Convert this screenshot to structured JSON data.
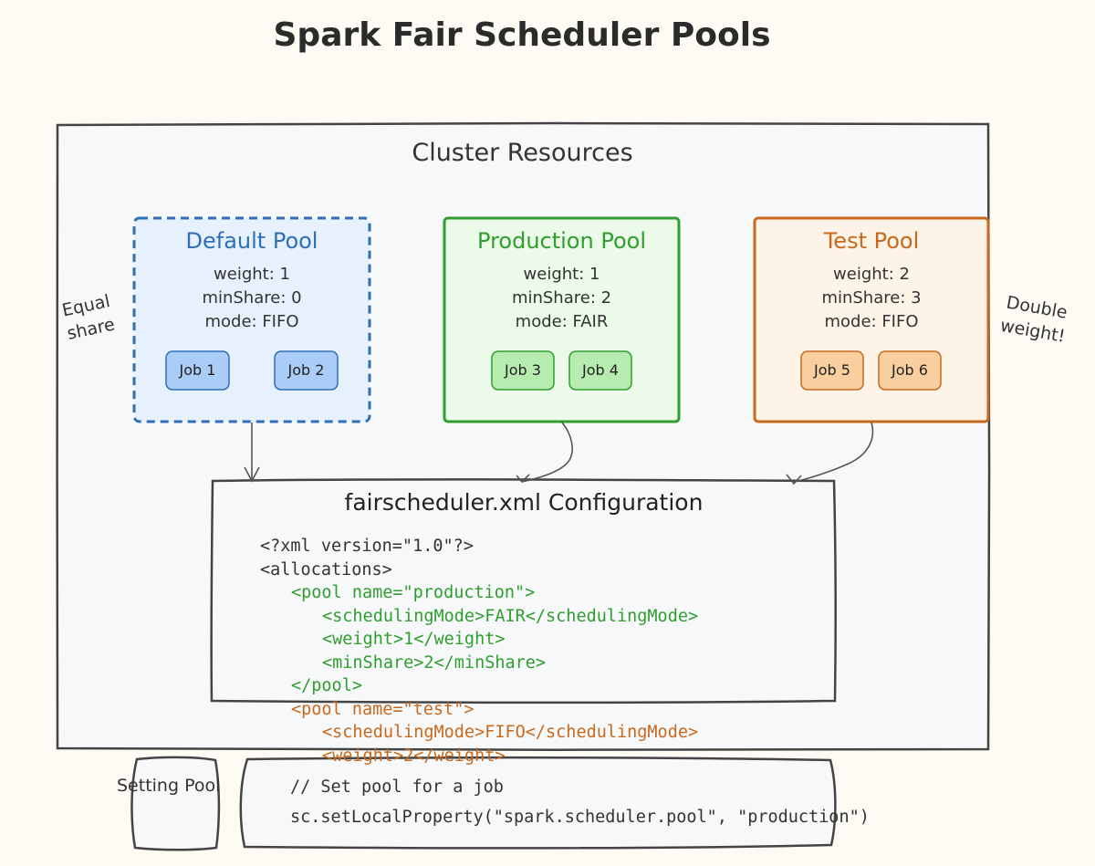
{
  "title": "Spark Fair Scheduler Pools",
  "cluster": {
    "title": "Cluster Resources"
  },
  "pools": [
    {
      "name": "Default Pool",
      "lines": [
        "weight: 1",
        "minShare: 0",
        "mode: FIFO"
      ],
      "jobs": [
        "Job 1",
        "Job 2"
      ],
      "colors": {
        "border": "#2f6fb8",
        "fill": "#e6f1fd",
        "title": "#2f6fb8",
        "job_fill": "#a9cdf7",
        "job_border": "#2f6fb8"
      },
      "border_style": "dashed"
    },
    {
      "name": "Production Pool",
      "lines": [
        "weight: 1",
        "minShare: 2",
        "mode: FAIR"
      ],
      "jobs": [
        "Job 3",
        "Job 4"
      ],
      "colors": {
        "border": "#2f9e2f",
        "fill": "#ebfae9",
        "title": "#2f9e2f",
        "job_fill": "#b7ecb0",
        "job_border": "#2f9e2f"
      },
      "border_style": "solid"
    },
    {
      "name": "Test Pool",
      "lines": [
        "weight: 2",
        "minShare: 3",
        "mode: FIFO"
      ],
      "jobs": [
        "Job 5",
        "Job 6"
      ],
      "colors": {
        "border": "#c8691e",
        "fill": "#fdf3e6",
        "title": "#c8691e",
        "job_fill": "#f9cfa0",
        "job_border": "#c8691e"
      },
      "border_style": "solid"
    }
  ],
  "notes": {
    "left": [
      "Equal",
      "share"
    ],
    "right": [
      "Double",
      "weight!"
    ]
  },
  "config": {
    "title": "fairscheduler.xml Configuration",
    "lines": [
      {
        "text": "<?xml version=\"1.0\"?>",
        "indent": 0,
        "color": "#333333"
      },
      {
        "text": "<allocations>",
        "indent": 0,
        "color": "#333333"
      },
      {
        "text": "<pool name=\"production\">",
        "indent": 1,
        "color": "#2f9e2f"
      },
      {
        "text": "<schedulingMode>FAIR</schedulingMode>",
        "indent": 2,
        "color": "#2f9e2f"
      },
      {
        "text": "<weight>1</weight>",
        "indent": 2,
        "color": "#2f9e2f"
      },
      {
        "text": "<minShare>2</minShare>",
        "indent": 2,
        "color": "#2f9e2f"
      },
      {
        "text": "</pool>",
        "indent": 1,
        "color": "#2f9e2f"
      },
      {
        "text": "<pool name=\"test\">",
        "indent": 1,
        "color": "#c8691e"
      },
      {
        "text": "<schedulingMode>FIFO</schedulingMode>",
        "indent": 2,
        "color": "#c8691e"
      },
      {
        "text": "<weight>2</weight>",
        "indent": 2,
        "color": "#c8691e"
      }
    ]
  },
  "setting_pool": {
    "label": "Setting Pool",
    "code": [
      "// Set pool for a job",
      "sc.setLocalProperty(\"spark.scheduler.pool\", \"production\")"
    ]
  },
  "colors": {
    "background": "#fdfbf3",
    "frame_fill": "#f7f8fa",
    "frame_stroke": "#444444",
    "text": "#333333"
  }
}
